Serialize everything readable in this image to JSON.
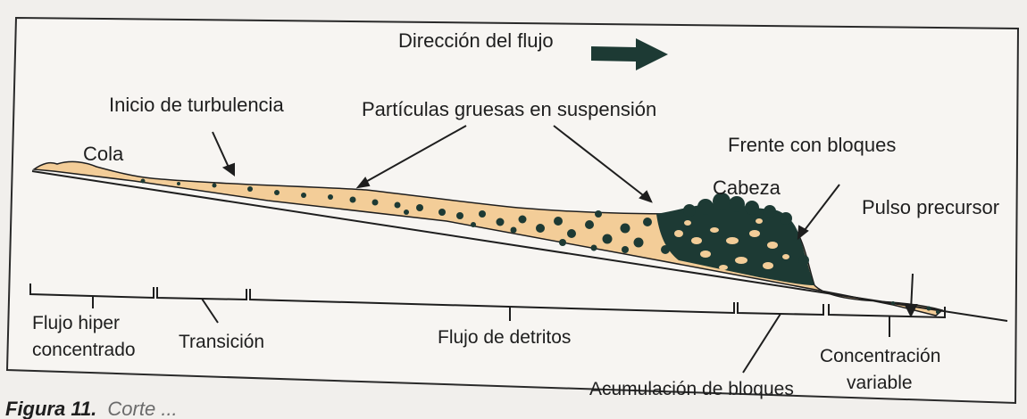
{
  "title": "Dirección del flujo",
  "labels": {
    "cola": "Cola",
    "inicio_turbulencia": "Inicio de turbulencia",
    "particulas": "Partículas gruesas en suspensión",
    "frente": "Frente con bloques",
    "cabeza": "Cabeza",
    "pulso": "Pulso precursor"
  },
  "segments": {
    "hiper_line1": "Flujo hiper",
    "hiper_line2": "concentrado",
    "transicion": "Transición",
    "detritos": "Flujo de detritos",
    "acumulacion": "Acumulación de bloques",
    "concentracion_line1": "Concentración",
    "concentracion_line2": "variable"
  },
  "caption": {
    "label": "Figura 11.",
    "text": "Corte ..."
  },
  "colors": {
    "flow_fill": "#f3cd98",
    "block": "#1d3a34",
    "ink": "#1e1e1e",
    "frame": "#2a2a2a",
    "background": "#f1efec"
  }
}
